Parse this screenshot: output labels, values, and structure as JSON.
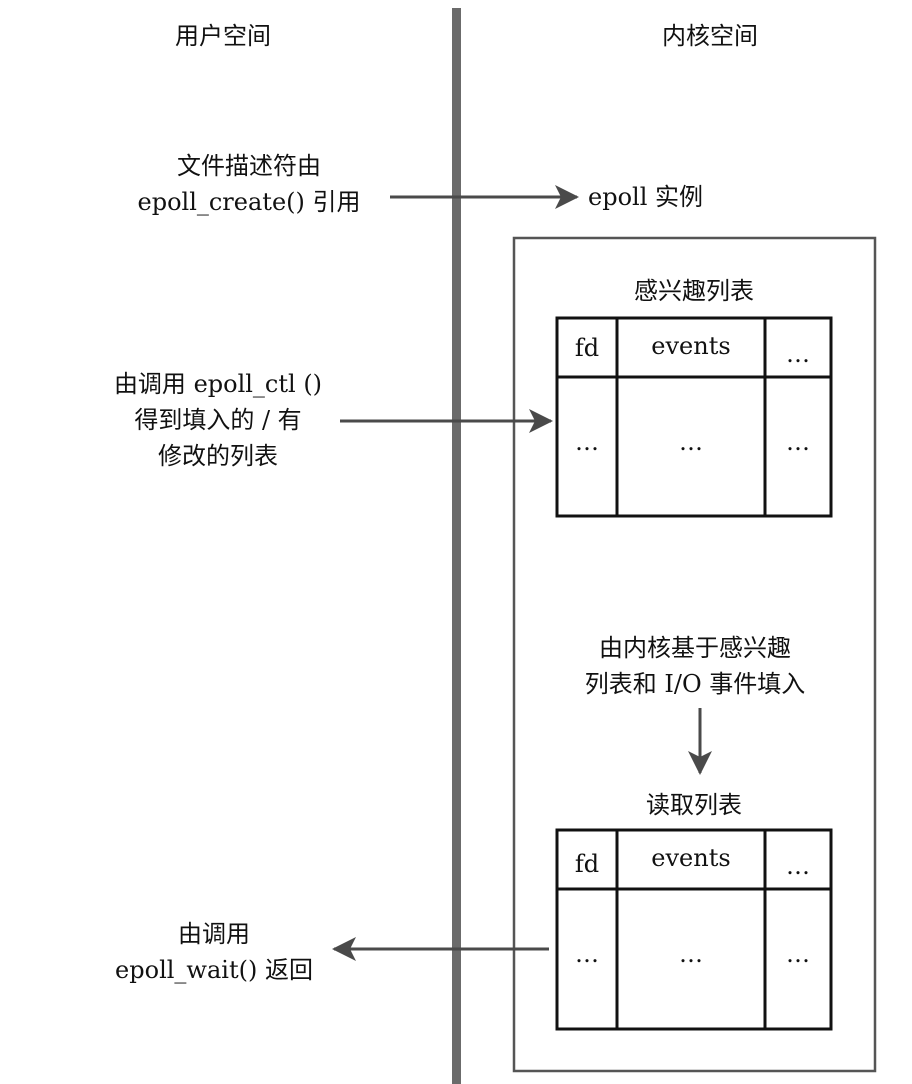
{
  "columns": {
    "user_space": "用户空间",
    "kernel_space": "内核空间"
  },
  "user_labels": {
    "epoll_create": [
      "文件描述符由",
      "epoll_create() 引用"
    ],
    "epoll_ctl": [
      "由调用 epoll_ctl ()",
      "得到填入的 / 有",
      "修改的列表"
    ],
    "epoll_wait": [
      "由调用",
      "epoll_wait() 返回"
    ]
  },
  "kernel_labels": {
    "instance": "epoll 实例",
    "interest_list_title": "感兴趣列表",
    "fill_note": [
      "由内核基于感兴趣",
      "列表和 I/O 事件填入"
    ],
    "ready_list_title": "读取列表"
  },
  "interest_table": {
    "headers": [
      "fd",
      "events",
      "…"
    ],
    "row": [
      "…",
      "…",
      "…"
    ]
  },
  "ready_table": {
    "headers": [
      "fd",
      "events",
      "…"
    ],
    "row": [
      "…",
      "…",
      "…"
    ]
  },
  "colors": {
    "divider": "#6b6b6b",
    "arrow": "#4a4a4a",
    "border": "#111111",
    "instance_box": "#555555"
  }
}
